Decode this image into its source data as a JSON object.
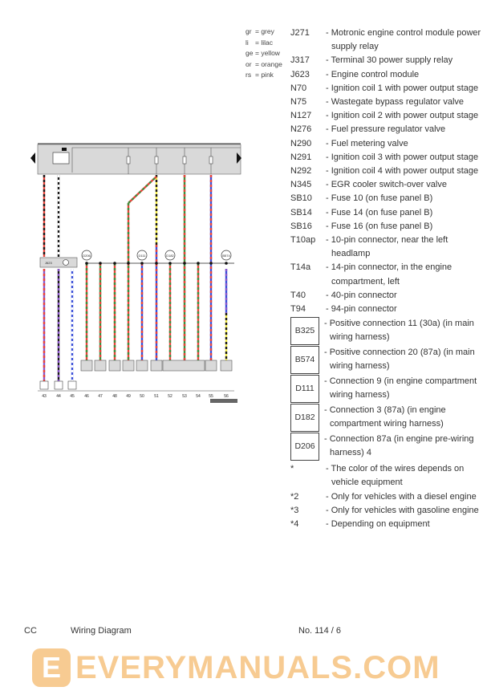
{
  "color_key": [
    {
      "abbr": "gr",
      "name": "grey"
    },
    {
      "abbr": "li",
      "name": "lilac"
    },
    {
      "abbr": "ge",
      "name": "yellow"
    },
    {
      "abbr": "or",
      "name": "orange"
    },
    {
      "abbr": "rs",
      "name": "pink"
    }
  ],
  "legend": [
    {
      "code": "J271",
      "desc": "- Motronic engine control module power supply relay"
    },
    {
      "code": "J317",
      "desc": "- Terminal 30 power supply relay"
    },
    {
      "code": "J623",
      "desc": "- Engine control module"
    },
    {
      "code": "N70",
      "desc": "- Ignition coil 1 with power output stage"
    },
    {
      "code": "N75",
      "desc": "- Wastegate bypass regulator valve"
    },
    {
      "code": "N127",
      "desc": "- Ignition coil 2 with power output stage"
    },
    {
      "code": "N276",
      "desc": "- Fuel pressure regulator valve"
    },
    {
      "code": "N290",
      "desc": "- Fuel metering valve"
    },
    {
      "code": "N291",
      "desc": "- Ignition coil 3 with power output stage"
    },
    {
      "code": "N292",
      "desc": "- Ignition coil 4 with power output stage"
    },
    {
      "code": "N345",
      "desc": "- EGR cooler switch-over valve"
    },
    {
      "code": "SB10",
      "desc": "- Fuse 10 (on fuse panel B)"
    },
    {
      "code": "SB14",
      "desc": "- Fuse 14 (on fuse panel B)"
    },
    {
      "code": "SB16",
      "desc": "- Fuse 16 (on fuse panel B)"
    },
    {
      "code": "T10ap",
      "desc": "- 10-pin connector, near the left headlamp"
    },
    {
      "code": "T14a",
      "desc": "- 14-pin connector, in the engine compartment, left"
    },
    {
      "code": "T40",
      "desc": "- 40-pin connector"
    },
    {
      "code": "T94",
      "desc": "- 94-pin connector"
    }
  ],
  "boxed_legend": [
    {
      "code": "B325",
      "desc": "- Positive connection 11 (30a) (in main wiring harness)"
    },
    {
      "code": "B574",
      "desc": "- Positive connection 20 (87a) (in main wiring harness)"
    },
    {
      "code": "D111",
      "desc": "- Connection 9 (in engine compartment wiring harness)"
    },
    {
      "code": "D182",
      "desc": "- Connection 3 (87a) (in engine compartment wiring harness)"
    },
    {
      "code": "D206",
      "desc": "- Connection 87a (in engine pre-wiring harness) 4"
    }
  ],
  "notes": [
    {
      "code": "*",
      "desc": "- The color of the wires depends on vehicle equipment"
    },
    {
      "code": "*2",
      "desc": "- Only for vehicles with a diesel engine"
    },
    {
      "code": "*3",
      "desc": "- Only for vehicles with gasoline engine"
    },
    {
      "code": "*4",
      "desc": "- Depending on equipment"
    }
  ],
  "diagram": {
    "connection_labels": [
      "D206",
      "D111",
      "D182",
      "B574"
    ],
    "component_label": "J623",
    "track_numbers": [
      "43",
      "44",
      "45",
      "46",
      "47",
      "48",
      "49",
      "50",
      "51",
      "52",
      "53",
      "54",
      "55",
      "56"
    ]
  },
  "footer": {
    "left": "CC",
    "title": "Wiring Diagram",
    "page": "No. 114 / 6"
  },
  "watermark": {
    "text": "EVERYMANUALS.COM",
    "logo": "E"
  },
  "colors": {
    "red": "#e8433a",
    "green": "#3f8f3f",
    "lilac": "#8a55c8",
    "blue": "#3a4fd8",
    "yellow": "#f2ea4a",
    "black": "#1a1a1a",
    "box": "#d9d9d9",
    "watermark": "#f2a23a"
  }
}
